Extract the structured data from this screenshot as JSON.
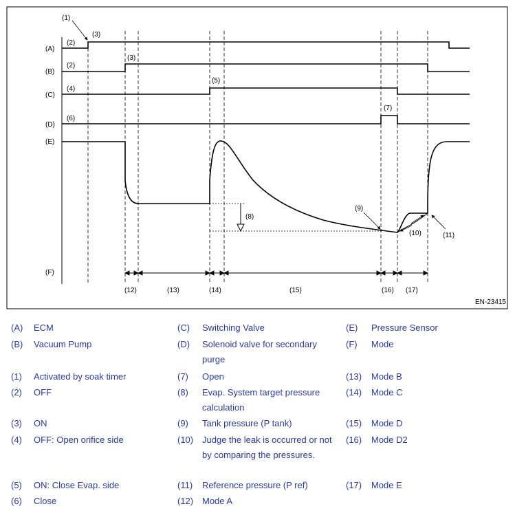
{
  "diagram": {
    "id": "EN-23415",
    "row_labels": [
      "(A)",
      "(B)",
      "(C)",
      "(D)",
      "(E)",
      "(F)"
    ],
    "callouts": [
      "(1)",
      "(2)",
      "(3)",
      "(2)",
      "(3)",
      "(4)",
      "(5)",
      "(6)",
      "(7)",
      "(8)",
      "(9)",
      "(10)",
      "(11)"
    ],
    "mode_labels": [
      "(12)",
      "(13)",
      "(14)",
      "(15)",
      "(16)",
      "(17)"
    ]
  },
  "legend": {
    "col1": [
      {
        "k": "(A)",
        "v": "ECM"
      },
      {
        "k": "(B)",
        "v": "Vacuum Pump"
      },
      {
        "k": "(1)",
        "v": "Activated by soak timer"
      },
      {
        "k": "(2)",
        "v": "OFF"
      },
      {
        "k": "(3)",
        "v": "ON"
      },
      {
        "k": "(4)",
        "v": "OFF: Open orifice side"
      },
      {
        "k": "(5)",
        "v": "ON: Close Evap. side"
      },
      {
        "k": "(6)",
        "v": "Close"
      }
    ],
    "col2": [
      {
        "k": "(C)",
        "v": "Switching Valve"
      },
      {
        "k": "(D)",
        "v": "Solenoid valve for secondary purge"
      },
      {
        "k": "(7)",
        "v": "Open"
      },
      {
        "k": "(8)",
        "v": "Evap. System target pressure calculation"
      },
      {
        "k": "(9)",
        "v": "Tank pressure (P tank)"
      },
      {
        "k": "(10)",
        "v": "Judge the leak is occurred or not by comparing the pressures."
      },
      {
        "k": "(11)",
        "v": "Reference pressure (P ref)"
      },
      {
        "k": "(12)",
        "v": "Mode A"
      }
    ],
    "col3": [
      {
        "k": "(E)",
        "v": "Pressure Sensor"
      },
      {
        "k": "(F)",
        "v": "Mode"
      },
      {
        "k": "(13)",
        "v": "Mode B"
      },
      {
        "k": "(14)",
        "v": "Mode C"
      },
      {
        "k": "(15)",
        "v": "Mode D"
      },
      {
        "k": "(16)",
        "v": "Mode D2"
      },
      {
        "k": "(17)",
        "v": "Mode E"
      }
    ]
  }
}
